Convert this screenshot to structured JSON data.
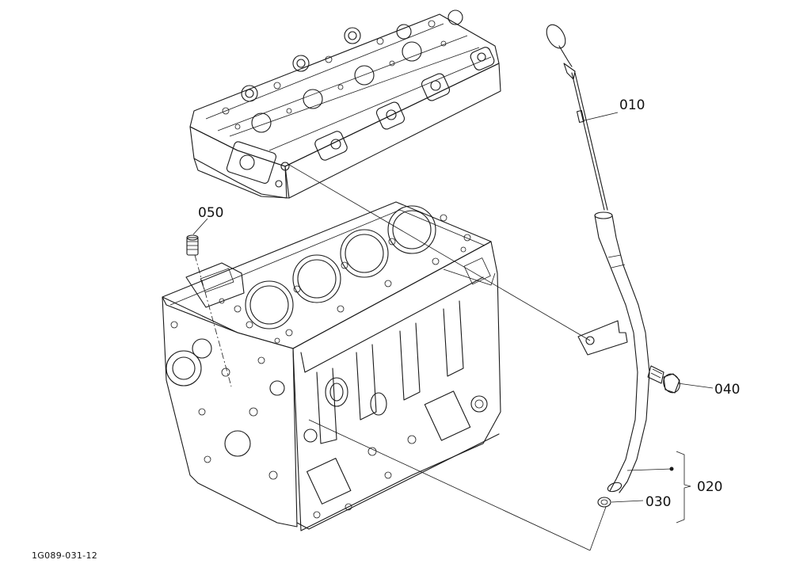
{
  "figure_code": "1G089-031-12",
  "callouts": {
    "c010": "010",
    "c020": "020",
    "c030": "030",
    "c040": "040",
    "c050": "050"
  }
}
